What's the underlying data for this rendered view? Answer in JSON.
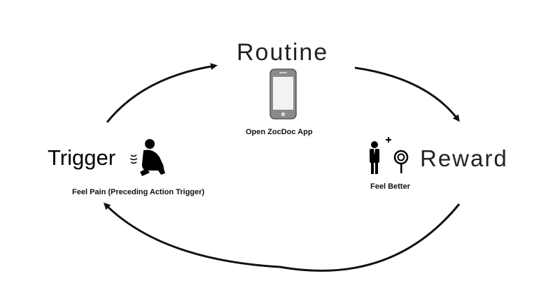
{
  "routine": {
    "title": "Routine",
    "caption": "Open ZocDoc App"
  },
  "trigger": {
    "title": "Trigger",
    "caption": "Feel Pain (Preceding Action Trigger)"
  },
  "reward": {
    "title": "Reward",
    "caption": "Feel Better"
  },
  "icons": {
    "routine": "smartphone-icon",
    "trigger": "kneeling-person-in-pain-icon",
    "reward": "person-with-lollipop-icon"
  },
  "colors": {
    "stroke": "#111111",
    "background": "#ffffff"
  }
}
